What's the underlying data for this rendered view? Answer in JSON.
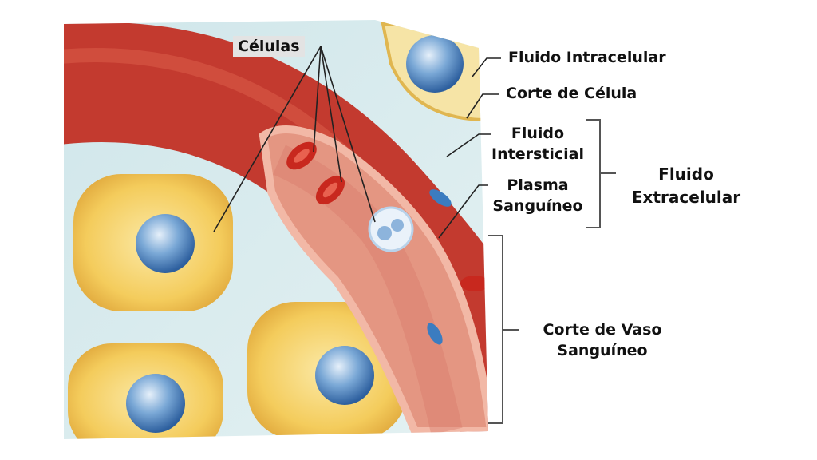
{
  "labels": {
    "cells": "Células",
    "intracellular_fluid": "Fluido Intracelular",
    "cell_section": "Corte de Célula",
    "interstitial_fluid": [
      "Fluido",
      "Intersticial"
    ],
    "blood_plasma": [
      "Plasma",
      "Sanguíneo"
    ],
    "extracellular_fluid": [
      "Fluido",
      "Extracelular"
    ],
    "vessel_section": [
      "Corte de Vaso",
      "Sanguíneo"
    ]
  },
  "colors": {
    "background": "#d7ebee",
    "vessel": "#c33a2f",
    "vessel_inside": "#e08a78",
    "cell": "#f2c85a",
    "nucleus": "#6b9fd0",
    "label_box": "#e3e3e3"
  }
}
